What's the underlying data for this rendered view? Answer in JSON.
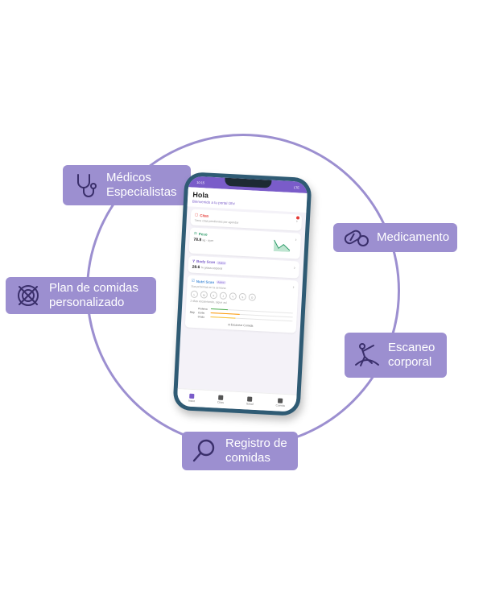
{
  "features": {
    "medicos": {
      "line1": "Médicos",
      "line2": "Especialistas",
      "icon": "stethoscope-icon"
    },
    "medicamento": {
      "label": "Medicamento",
      "icon": "pill-icon"
    },
    "plan": {
      "line1": "Plan de comidas",
      "line2": "personalizado",
      "icon": "plate-cutlery-icon"
    },
    "escaneo": {
      "line1": "Escaneo",
      "line2": "corporal",
      "icon": "body-stretch-icon"
    },
    "registro": {
      "line1": "Registro de",
      "line2": "comidas",
      "icon": "magnifier-icon"
    }
  },
  "phone": {
    "status_time": "10:15",
    "status_right": "LTE",
    "greeting": "Hola",
    "welcome": "Bienvenido a tu portal Ofvi",
    "citas": {
      "title": "Citas",
      "subtitle": "Tiene citas pendientes por agendar"
    },
    "peso": {
      "title": "Peso",
      "value": "78.8",
      "unit": "kg - ayer"
    },
    "body_scan": {
      "title": "Body Scan",
      "tag": "Activo",
      "value": "28.6",
      "unit": "% grasa corporal"
    },
    "nutri_scan": {
      "title": "Nutri Scan",
      "tag": "Activo",
      "subtitle": "Sus próximas en la semana",
      "streak": "2 días escaneando, sigue así",
      "days": [
        "L",
        "M",
        "X",
        "J",
        "V",
        "S",
        "D"
      ],
      "today": "Hoy",
      "macros": [
        {
          "name": "Proteína",
          "color": "#4caf50",
          "fraction": 0.2
        },
        {
          "name": "Carbs",
          "color": "#ff9800",
          "fraction": 0.35
        },
        {
          "name": "Grasa",
          "color": "#fbc02d",
          "fraction": 0.3
        }
      ],
      "scan_button": "Escanear Comida"
    },
    "tabs": [
      "Inicio",
      "Citas",
      "Salud",
      "Cuenta"
    ]
  }
}
